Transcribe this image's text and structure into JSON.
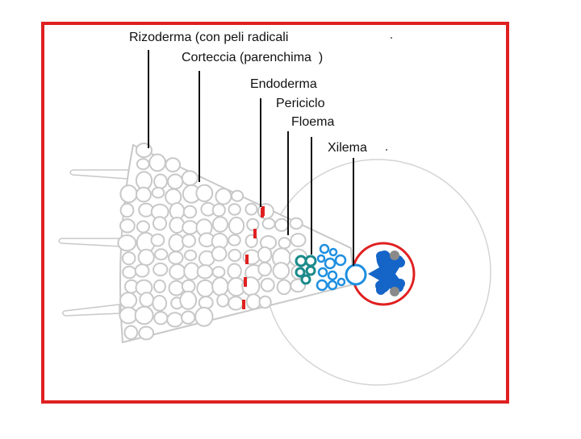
{
  "labels": {
    "rizoderma": "Rizoderma (con peli radicali",
    "corteccia": "Corteccia (parenchima  )",
    "endoderma": "Endoderma",
    "periciclo": "Periciclo",
    "floema": "Floema",
    "xilema": "Xilema"
  },
  "colors": {
    "frame": "#e02020",
    "cell_outline": "#c8c8c8",
    "endoderm_marks": "#e02020",
    "pericycle": "#1a8a8a",
    "phloem": "#1e8fe0",
    "xylem": "#1565c8",
    "stele_ring": "#e02020",
    "vessel_dots": "#8a8a8a",
    "leader_lines": "#111111"
  }
}
